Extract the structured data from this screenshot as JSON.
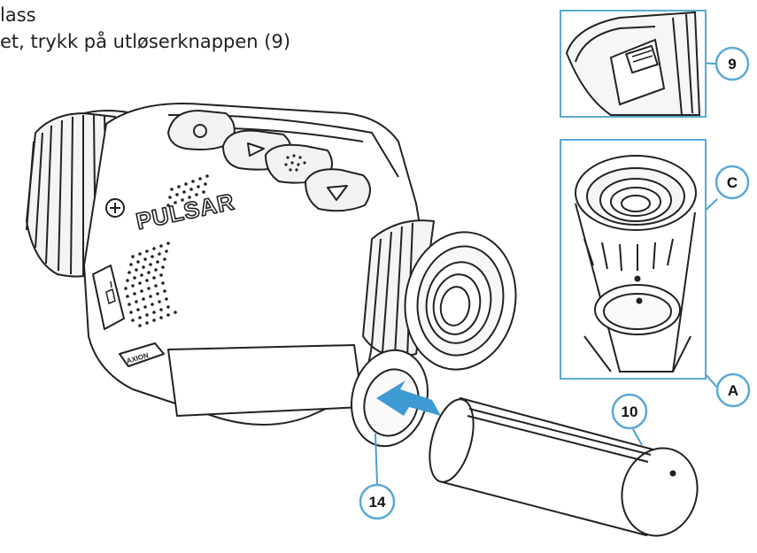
{
  "instructions": {
    "line1": "lass",
    "line2": "et, trykk på utløserknappen (9)"
  },
  "device": {
    "logo": "PULSAR",
    "model_badge": "AXION"
  },
  "callouts": [
    {
      "label": "9"
    },
    {
      "label": "C"
    },
    {
      "label": "A"
    },
    {
      "label": "10"
    },
    {
      "label": "14"
    }
  ],
  "colors": {
    "inset_frame": "#5aa9d6",
    "callout_ring": "#5aa9d6",
    "arrow": "#3f9ad4",
    "line_art": "#222222"
  }
}
